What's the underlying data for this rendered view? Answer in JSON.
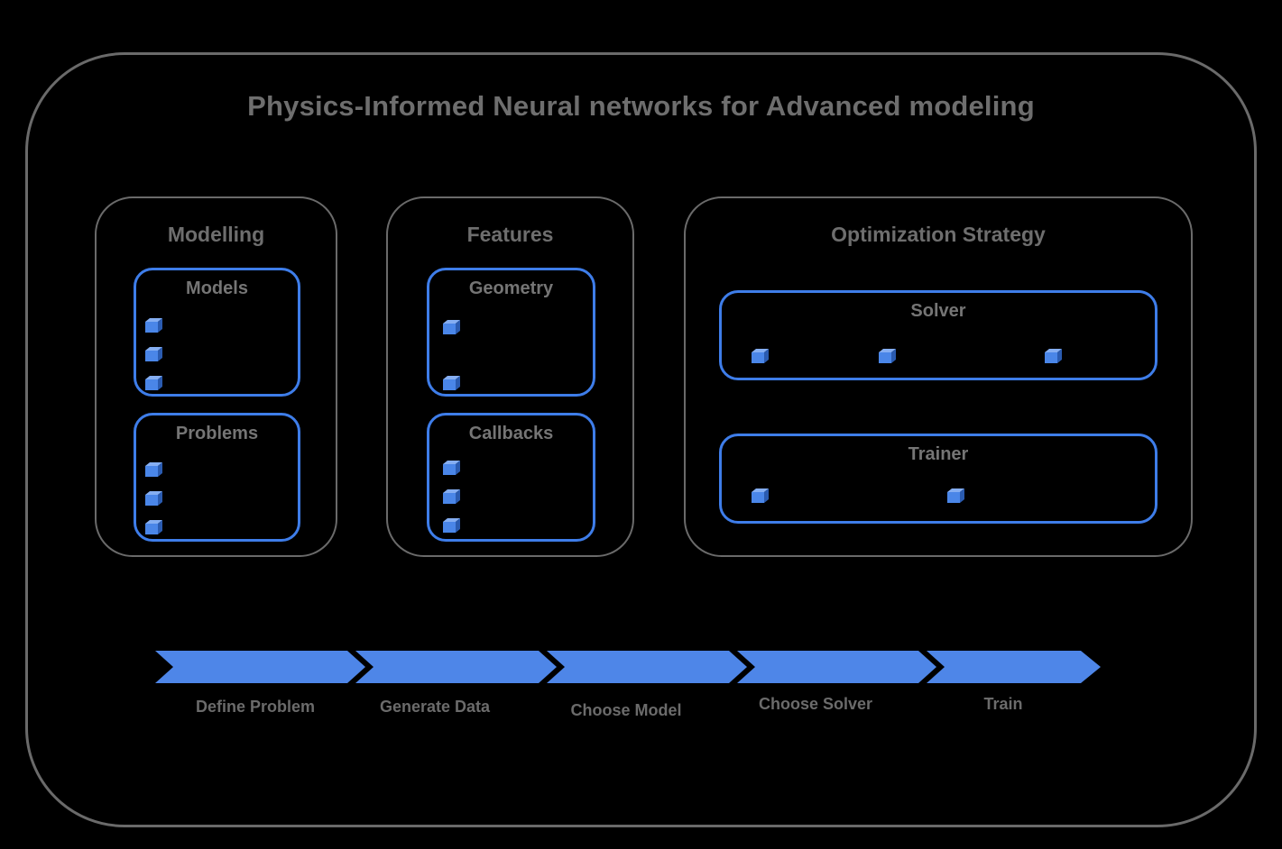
{
  "title": "Physics-Informed Neural networks for Advanced modeling",
  "colors": {
    "background": "#000000",
    "frame_gray": "#6a6a6a",
    "text_gray": "#6e6e6e",
    "accent_blue_border": "#3e7de9",
    "arrow_band_blue": "#4e86e8",
    "cube_front": "#4a86e8",
    "cube_top": "#85aef2",
    "cube_side": "#2a5bb0"
  },
  "icons": {
    "bullet_icon": "cube-icon"
  },
  "groups": [
    {
      "id": "modelling",
      "title": "Modelling",
      "boxes": [
        {
          "title": "Models",
          "bullet_count": 3,
          "bullet_layout": "column"
        },
        {
          "title": "Problems",
          "bullet_count": 3,
          "bullet_layout": "column"
        }
      ]
    },
    {
      "id": "features",
      "title": "Features",
      "boxes": [
        {
          "title": "Geometry",
          "bullet_count": 2,
          "bullet_layout": "column-spread"
        },
        {
          "title": "Callbacks",
          "bullet_count": 3,
          "bullet_layout": "column"
        }
      ]
    },
    {
      "id": "optimization-strategy",
      "title": "Optimization Strategy",
      "boxes": [
        {
          "title": "Solver",
          "bullet_count": 3,
          "bullet_layout": "row"
        },
        {
          "title": "Trainer",
          "bullet_count": 2,
          "bullet_layout": "row"
        }
      ]
    }
  ],
  "process_flow": {
    "steps": [
      "Define Problem",
      "Generate Data",
      "Choose Model",
      "Choose Solver",
      "Train"
    ]
  }
}
